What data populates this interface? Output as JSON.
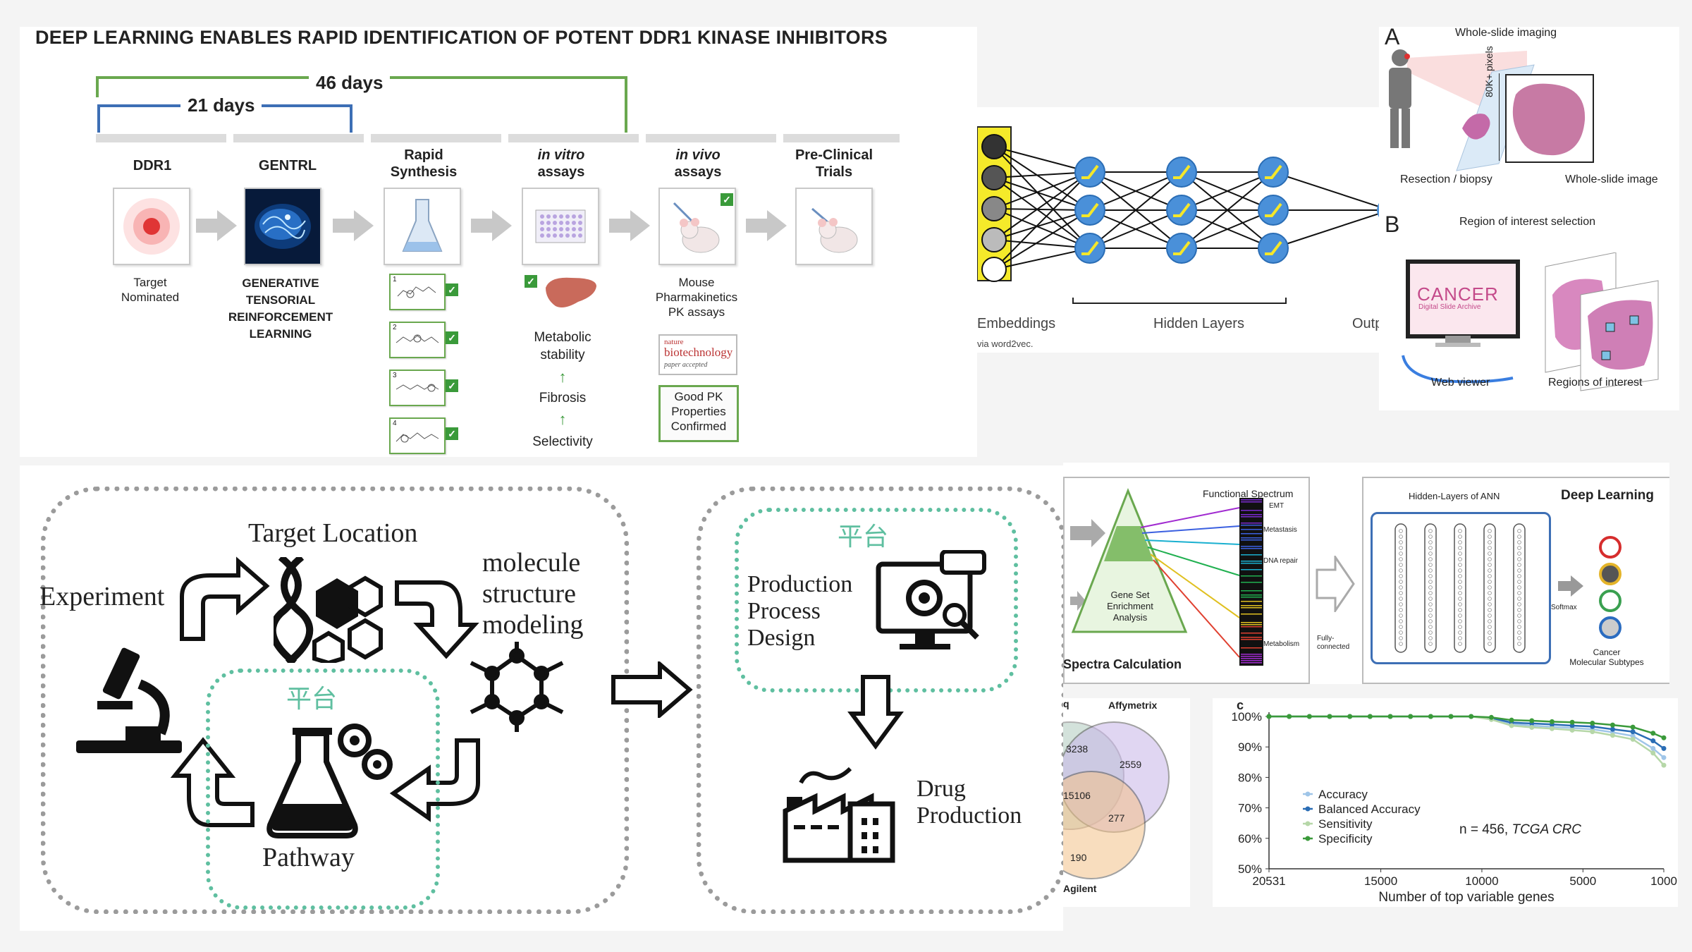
{
  "ddr1": {
    "title": "DEEP LEARNING ENABLES RAPID IDENTIFICATION OF POTENT DDR1 KINASE INHIBITORS",
    "days_long": "46 days",
    "days_short": "21 days",
    "stages": [
      {
        "h1": "DDR1",
        "h2": ""
      },
      {
        "h1": "GENTRL",
        "h2": ""
      },
      {
        "h1": "Rapid",
        "h2": "Synthesis"
      },
      {
        "h1": "in vitro",
        "h2": "assays"
      },
      {
        "h1": "in vivo",
        "h2": "assays"
      },
      {
        "h1": "Pre-Clinical",
        "h2": "Trials"
      }
    ],
    "target_nominated": [
      "Target",
      "Nominated"
    ],
    "gentrl_caption": [
      "GENERATIVE",
      "TENSORIAL",
      "REINFORCEMENT",
      "LEARNING"
    ],
    "molecule_numbers": [
      "1",
      "2",
      "3",
      "4"
    ],
    "metabolic": [
      "Metabolic",
      "stability"
    ],
    "fibrosis": "Fibrosis",
    "selectivity": "Selectivity",
    "mouse_caption": [
      "Mouse",
      "Pharmakinetics",
      "PK assays"
    ],
    "nature": [
      "nature",
      "biotechnology",
      "paper accepted"
    ],
    "good_pk": [
      "Good PK",
      "Properties",
      "Confirmed"
    ]
  },
  "nn": {
    "embeddings": "Embeddings",
    "via": "via word2vec.",
    "hidden": "Hidden Layers",
    "output": "Outp"
  },
  "wsi": {
    "label_a": "A",
    "label_b": "B",
    "whole_slide_imaging": "Whole-slide imaging",
    "pixels": "80K+ pixels",
    "resection": "Resection / biopsy",
    "whole_slide_image": "Whole-slide image",
    "roi_selection": "Region of interest selection",
    "cancer": "CANCER",
    "archive": "Digital Slide Archive",
    "web_viewer": "Web viewer",
    "regions": "Regions of interest"
  },
  "platform": {
    "target_location": "Target Location",
    "experiment": "Experiment",
    "molecule": [
      "molecule",
      "structure",
      "modeling"
    ],
    "pingtai_left": "平台",
    "pathway": "Pathway",
    "pingtai_right": "平台",
    "production": [
      "Production",
      "Process",
      "Design"
    ],
    "drug": [
      "Drug",
      "Production"
    ]
  },
  "spectra": {
    "functional": "Functional Spectrum",
    "labels": [
      "EMT",
      "Metastasis",
      "DNA repair",
      "Metabolism"
    ],
    "gsea": [
      "Gene Set",
      "Enrichment",
      "Analysis"
    ],
    "calc": "Spectra Calculation",
    "ann_title": "Hidden-Layers of ANN",
    "deep_learning": "Deep Learning",
    "fully": [
      "Fully-",
      "connected"
    ],
    "softmax": "Softmax",
    "subtypes": [
      "Cancer",
      "Molecular Subtypes"
    ]
  },
  "venn": {
    "left": "q",
    "affymetrix": "Affymetrix",
    "agilent": "Agilent",
    "values": [
      "3238",
      "2559",
      "15106",
      "277",
      "190"
    ]
  },
  "chart_data": {
    "type": "line",
    "panel_label": "c",
    "xlabel": "Number of top variable genes",
    "x_ticks": [
      "20531",
      "15000",
      "10000",
      "5000",
      "1000"
    ],
    "y_ticks": [
      "100%",
      "90%",
      "80%",
      "70%",
      "60%",
      "50%"
    ],
    "ylim": [
      50,
      100
    ],
    "annotation_prefix": "n = 456, ",
    "annotation_italic": "TCGA CRC",
    "legend_placement": "bottom-left",
    "x": [
      20531,
      19531,
      18531,
      17531,
      16531,
      15531,
      14531,
      13531,
      12531,
      11531,
      10531,
      9531,
      8531,
      7531,
      6531,
      5531,
      4531,
      3531,
      2531,
      1531,
      1000
    ],
    "series": [
      {
        "name": "Accuracy",
        "color": "#9fc5e8",
        "values": [
          100,
          100,
          100,
          100,
          100,
          100,
          100,
          100,
          100,
          100,
          100,
          99.2,
          97.5,
          97,
          96.6,
          96.2,
          95.8,
          94.8,
          93.6,
          89.5,
          86.5
        ]
      },
      {
        "name": "Balanced Accuracy",
        "color": "#2a6db5",
        "values": [
          100,
          100,
          100,
          100,
          100,
          100,
          100,
          100,
          100,
          100,
          100,
          99.5,
          98,
          97.7,
          97.4,
          97,
          96.7,
          95.8,
          95,
          92,
          89.5
        ]
      },
      {
        "name": "Sensitivity",
        "color": "#b6d7a8",
        "values": [
          100,
          100,
          100,
          100,
          100,
          100,
          100,
          100,
          100,
          100,
          100,
          99,
          97,
          96.4,
          96,
          95.5,
          95,
          93.8,
          92.5,
          88,
          84
        ]
      },
      {
        "name": "Specificity",
        "color": "#3a9a3a",
        "values": [
          100,
          100,
          100,
          100,
          100,
          100,
          100,
          100,
          100,
          100,
          100,
          99.7,
          98.8,
          98.6,
          98.3,
          98.1,
          97.8,
          97.2,
          96.5,
          94.5,
          93
        ]
      }
    ]
  }
}
